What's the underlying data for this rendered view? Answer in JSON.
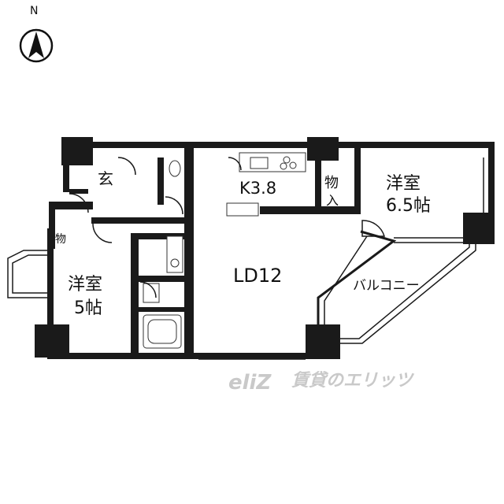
{
  "compass": {
    "label": "N"
  },
  "rooms": [
    {
      "id": "western-room-large",
      "lines": [
        "洋室",
        "6.5帖"
      ]
    },
    {
      "id": "western-room-small",
      "lines": [
        "洋室",
        "5帖"
      ]
    },
    {
      "id": "kitchen",
      "lines": [
        "K3.8"
      ]
    },
    {
      "id": "living-dining",
      "lines": [
        "LD12"
      ]
    },
    {
      "id": "entrance",
      "lines": [
        "玄"
      ]
    },
    {
      "id": "storage-1",
      "lines": [
        "物",
        "入"
      ]
    },
    {
      "id": "storage-2",
      "lines": [
        "物"
      ]
    },
    {
      "id": "balcony",
      "lines": [
        "バルコニー"
      ]
    }
  ],
  "watermark": {
    "brand": "eliZ",
    "text": "賃貸のエリッツ"
  }
}
